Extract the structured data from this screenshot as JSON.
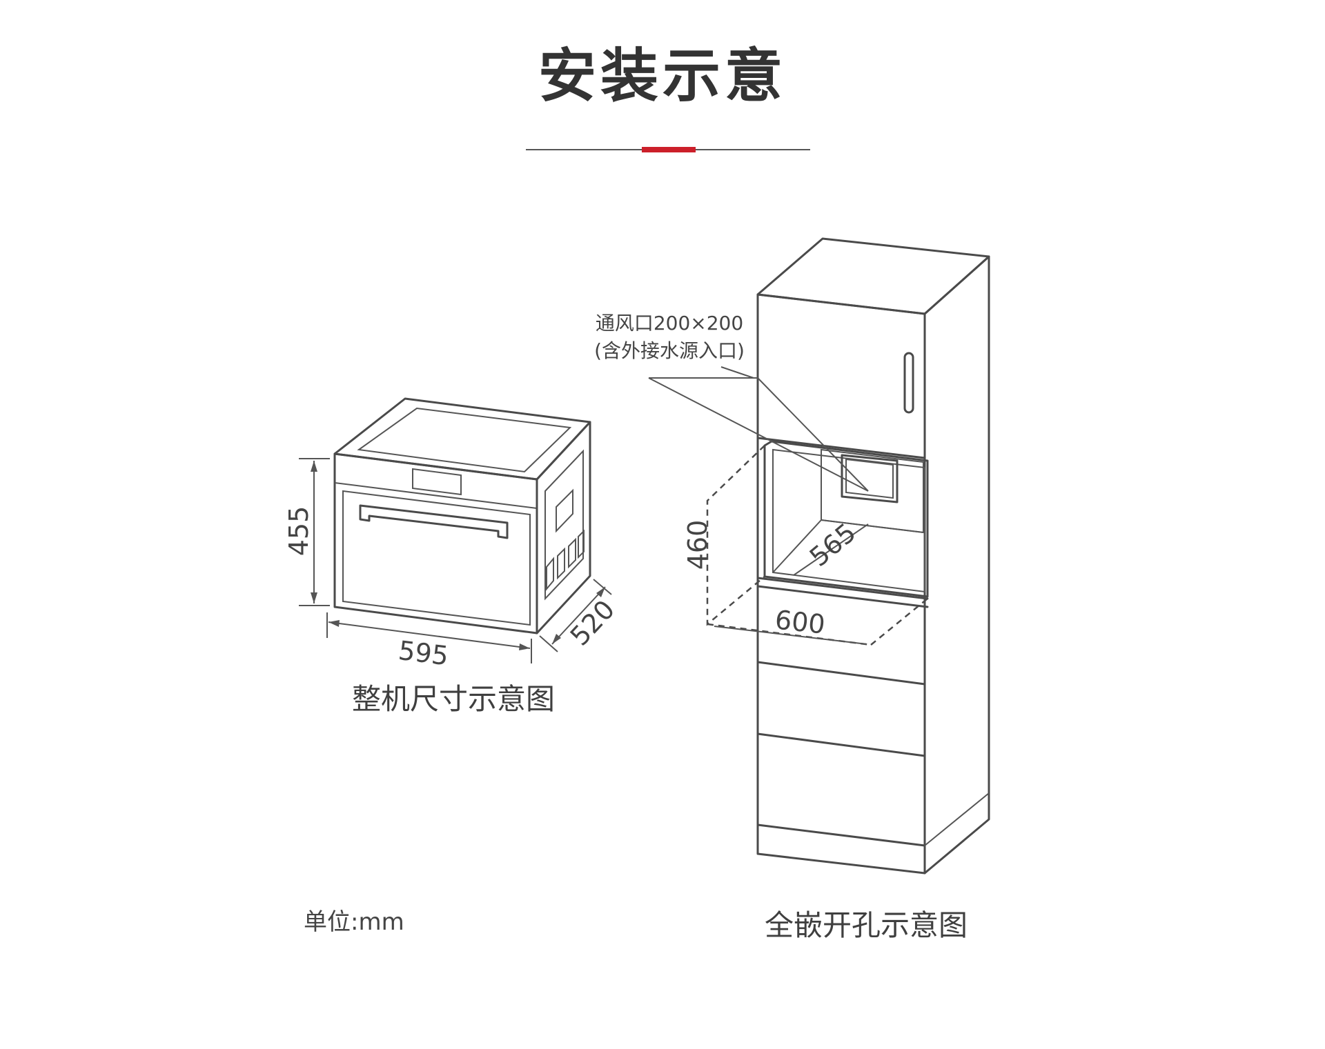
{
  "title": "安装示意",
  "colors": {
    "accent": "#cc1f2a",
    "line": "#4a4a4a"
  },
  "oven": {
    "caption": "整机尺寸示意图",
    "height": "455",
    "width": "595",
    "depth": "520"
  },
  "cabinet": {
    "caption": "全嵌开孔示意图",
    "vent_line1": "通风口200×200",
    "vent_line2": "(含外接水源入口)",
    "height": "460",
    "width": "600",
    "depth": "565"
  },
  "unit_label": "单位:mm"
}
